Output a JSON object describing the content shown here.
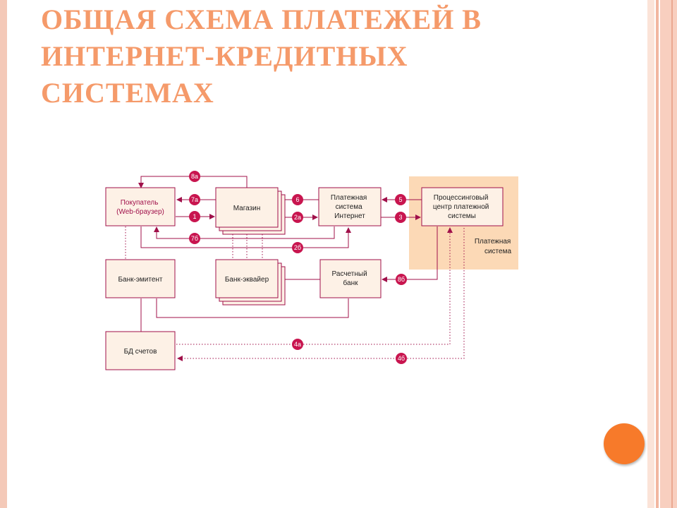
{
  "slide": {
    "title": "ОБЩАЯ СХЕМА ПЛАТЕЖЕЙ В ИНТЕРНЕТ-КРЕДИТНЫХ СИСТЕМАХ"
  },
  "diagram": {
    "nodes": {
      "buyer": [
        "Покупатель",
        "(Web-браузер)"
      ],
      "shop": [
        "Магазин"
      ],
      "payment_internet": [
        "Платежная",
        "система",
        "Интернет"
      ],
      "processing": [
        "Процессинговый",
        "центр платежной",
        "системы"
      ],
      "issuer_bank": [
        "Банк-эмитент"
      ],
      "acquirer_bank": [
        "Банк-эквайер"
      ],
      "settlement_bank": [
        "Расчетный",
        "банк"
      ],
      "accounts_db": [
        "БД счетов"
      ]
    },
    "payment_system_label": [
      "Платежная",
      "система"
    ],
    "steps": {
      "s1": "1",
      "s2a": "2а",
      "s2b": "2б",
      "s3": "3",
      "s4a": "4а",
      "s4b": "4б",
      "s5": "5",
      "s6": "6",
      "s7a": "7а",
      "s7b": "7б",
      "s8a": "8а",
      "s8b": "8б"
    }
  },
  "colors": {
    "title": "#f59a6a",
    "line": "#a0104a",
    "badge": "#c8154f",
    "box_fill": "#fdf1e6",
    "payment_system_fill": "#fcd9b6",
    "accent_circle": "#f77a2a"
  }
}
